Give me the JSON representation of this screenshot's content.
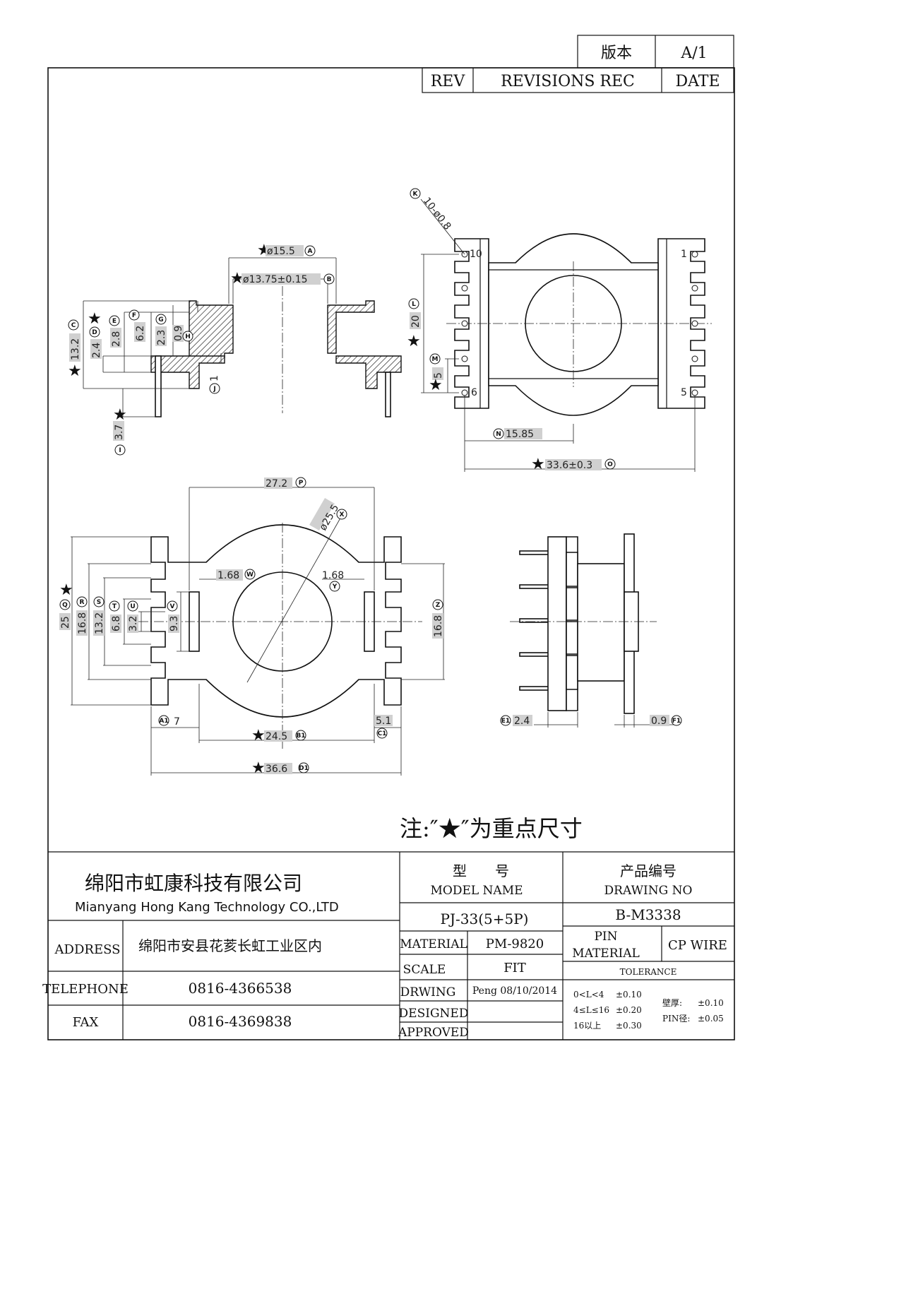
{
  "header": {
    "version_label": "版本",
    "version_value": "A/1",
    "rev_label": "REV",
    "revisions_label": "REVISIONS REC",
    "date_label": "DATE"
  },
  "side_view": {
    "dims": {
      "A": "ø15.5",
      "B": "ø13.75±0.15",
      "C": "13.2",
      "D": "2.4",
      "E": "2.8",
      "F": "6.2",
      "G": "2.3",
      "H": "0.9",
      "J": "1",
      "I": "3.7"
    }
  },
  "top_view": {
    "dims": {
      "K": "10-ø0.8",
      "L": "20",
      "M": "5",
      "N": "15.85",
      "O": "33.6±0.3"
    },
    "pin_labels": [
      "10",
      "6",
      "1",
      "5"
    ]
  },
  "bottom_view": {
    "dims": {
      "P": "27.2",
      "X": "ø25.5",
      "W": "1.68",
      "Y": "1.68",
      "Q": "25",
      "R": "16.8",
      "S": "13.2",
      "T": "6.8",
      "U": "3.2",
      "V": "9.3",
      "Z": "16.8",
      "A1": "7",
      "B1": "24.5",
      "C1": "5.1",
      "D1": "36.6"
    }
  },
  "right_view": {
    "dims": {
      "E1": "2.4",
      "F1": "0.9"
    }
  },
  "note": "注:″★″为重点尺寸",
  "title_block": {
    "company_cn": "绵阳市虹康科技有限公司",
    "company_en": "Mianyang Hong Kang Technology CO.,LTD",
    "address_label": "ADDRESS",
    "address_value": "绵阳市安县花荄长虹工业区内",
    "telephone_label": "TELEPHONE",
    "telephone_value": "0816-4366538",
    "fax_label": "FAX",
    "fax_value": "0816-4369838",
    "model_label_cn": "型　　号",
    "model_label_en": "MODEL NAME",
    "model_value": "PJ-33(5+5P)",
    "drawing_label_cn": "产品编号",
    "drawing_label_en": "DRAWING NO",
    "drawing_value": "B-M3338",
    "material_label": "MATERIAL",
    "material_value": "PM-9820",
    "pin_material_label": "PIN\nMATERIAL",
    "pin_material_value": "CP WIRE",
    "scale_label": "SCALE",
    "scale_value": "FIT",
    "drwing_label": "DRWING",
    "drwing_value": "Peng 08/10/2014",
    "designed_label": "DESIGNED",
    "approved_label": "APPROVED",
    "tolerance_label": "TOLERANCE",
    "tol_rows": [
      {
        "range": "0<L<4",
        "value": "±0.10"
      },
      {
        "range": "4≤L≤16",
        "value": "±0.20"
      },
      {
        "range": "16以上",
        "value": "±0.30"
      }
    ],
    "wall_label": "壁厚:",
    "wall_value": "±0.10",
    "pin_dia_label": "PIN径:",
    "pin_dia_value": "±0.05"
  }
}
